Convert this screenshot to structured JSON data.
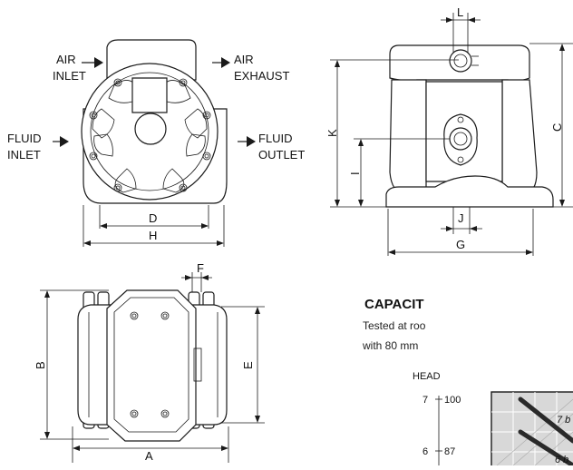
{
  "front_view": {
    "air_inlet_top": "AIR",
    "air_inlet_bottom": "INLET",
    "air_exhaust_top": "AIR",
    "air_exhaust_bottom": "EXHAUST",
    "fluid_inlet_top": "FLUID",
    "fluid_inlet_bottom": "INLET",
    "fluid_outlet_top": "FLUID",
    "fluid_outlet_bottom": "OUTLET",
    "dim_d": "D",
    "dim_h": "H"
  },
  "side_view": {
    "dim_l": "L",
    "dim_c": "C",
    "dim_k": "K",
    "dim_i": "I",
    "dim_j": "J",
    "dim_g": "G"
  },
  "top_view": {
    "dim_f": "F",
    "dim_b": "B",
    "dim_e": "E",
    "dim_a": "A"
  },
  "capacity": {
    "heading": "CAPACIT",
    "line1": "Tested at roo",
    "line2": "with 80 mm",
    "head_label": "HEAD",
    "ticks": [
      {
        "left": "7",
        "right": "100"
      },
      {
        "left": "6",
        "right": "87"
      }
    ],
    "curve_labels": [
      "7 b",
      "6 b"
    ]
  }
}
